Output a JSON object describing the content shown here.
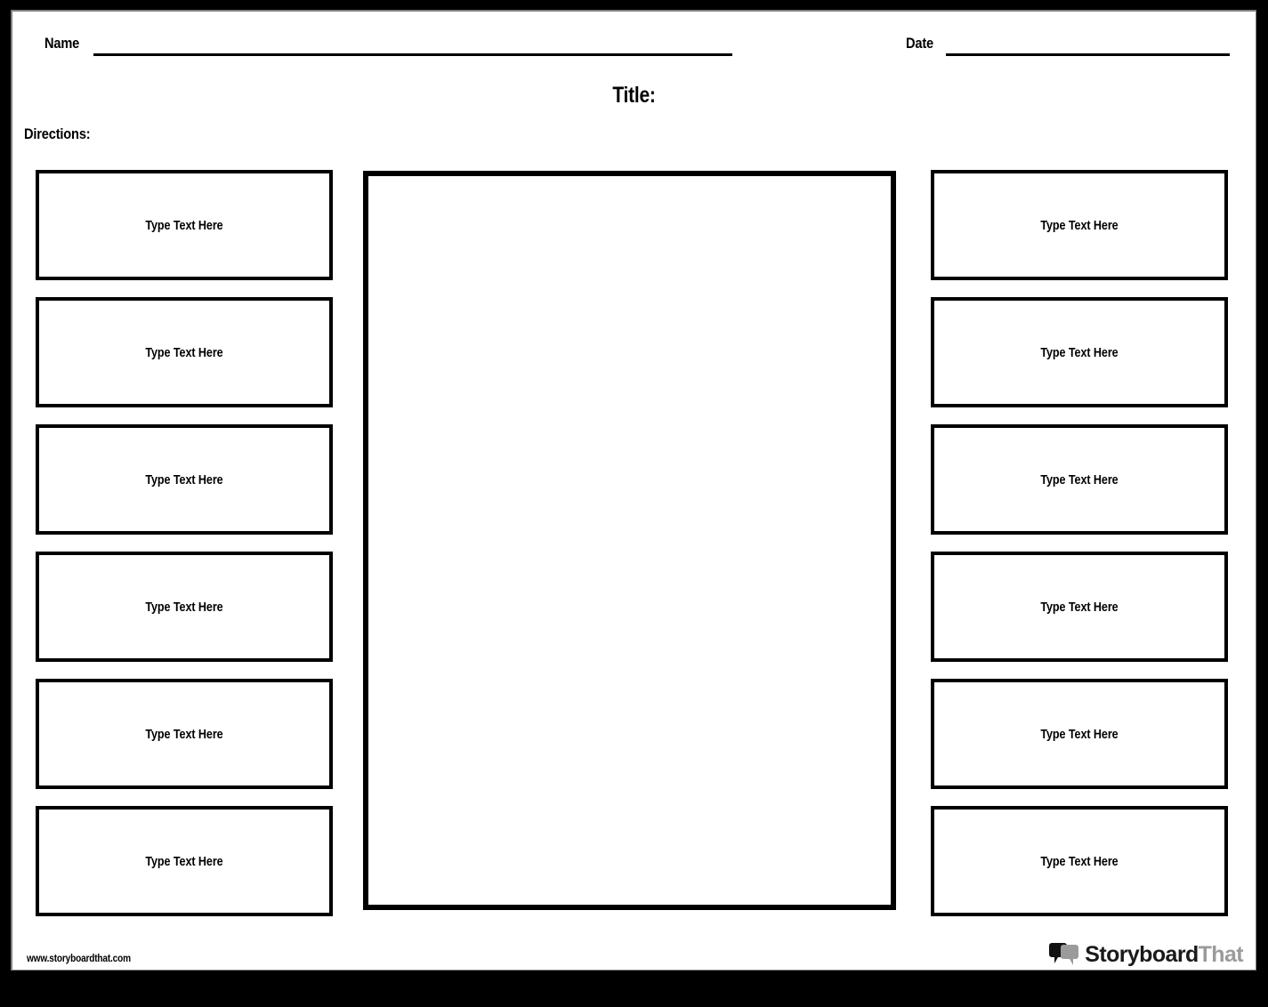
{
  "page": {
    "frame_color": "#000000",
    "sheet_color": "#ffffff",
    "outline_color": "#7f7f7f"
  },
  "header": {
    "name_label": "Name",
    "date_label": "Date",
    "title_label": "Title:",
    "directions_label": "Directions:"
  },
  "columns": {
    "left": {
      "boxes": [
        {
          "label": "Type Text Here"
        },
        {
          "label": "Type Text Here"
        },
        {
          "label": "Type Text Here"
        },
        {
          "label": "Type Text Here"
        },
        {
          "label": "Type Text Here"
        },
        {
          "label": "Type Text Here"
        }
      ]
    },
    "right": {
      "boxes": [
        {
          "label": "Type Text Here"
        },
        {
          "label": "Type Text Here"
        },
        {
          "label": "Type Text Here"
        },
        {
          "label": "Type Text Here"
        },
        {
          "label": "Type Text Here"
        },
        {
          "label": "Type Text Here"
        }
      ]
    }
  },
  "main_panel": {
    "label": ""
  },
  "footer": {
    "url": "www.storyboardthat.com",
    "brand_primary": "Storyboard",
    "brand_secondary": "That",
    "brand_primary_color": "#1a1a1a",
    "brand_secondary_color": "#9b9b9b",
    "logo_icon": "speech-bubbles-icon"
  }
}
